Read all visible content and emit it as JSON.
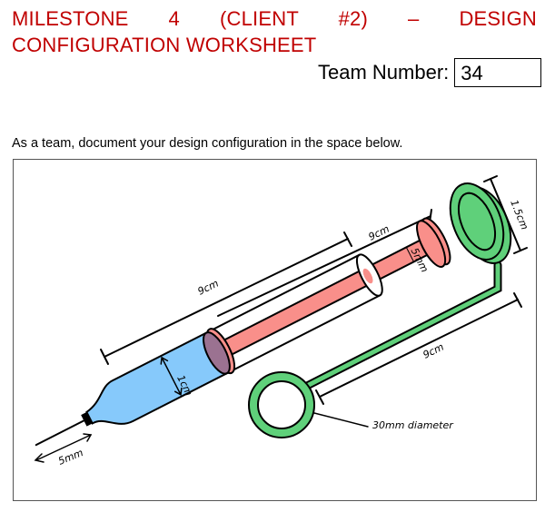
{
  "header": {
    "title": "MILESTONE 4 (CLIENT #2) – DESIGN CONFIGURATION WORKSHEET",
    "team_label": "Team Number:",
    "team_number": "34"
  },
  "instructions": "As a team, document your design configuration in the space below.",
  "drawing": {
    "labels": {
      "barrel_length": "9cm",
      "plunger_length": "9cm",
      "rod_width": "5mm",
      "ring_height": "1.5cm",
      "tube_length": "9cm",
      "barrel_diameter": "1cm",
      "needle_length": "5mm",
      "ring_diameter": "30mm diameter"
    },
    "colors": {
      "barrel": "#86c9fb",
      "plunger": "#f98f8a",
      "ring": "#5fd07a",
      "seal": "#9b7291"
    }
  }
}
